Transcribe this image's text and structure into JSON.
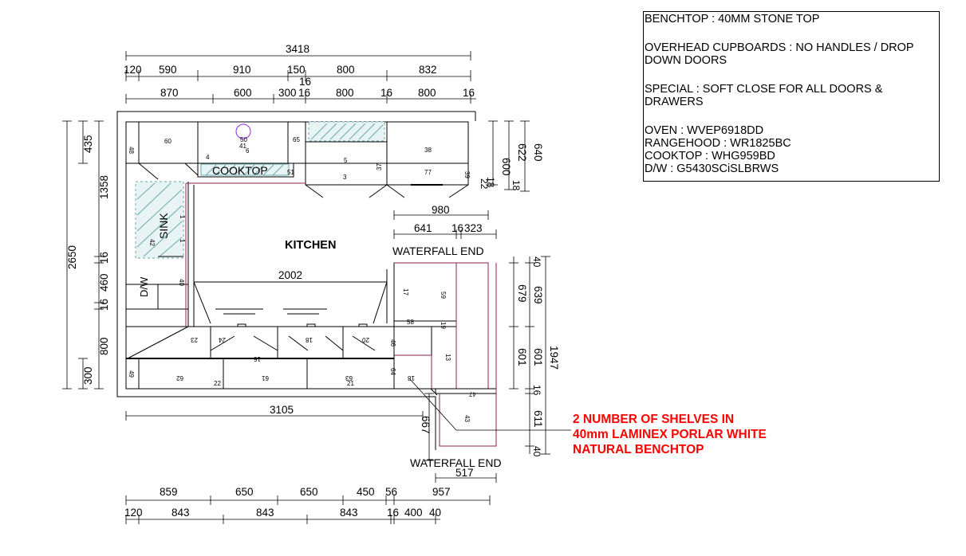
{
  "notes": {
    "benchtop": "BENCHTOP : 40MM STONE TOP",
    "overhead_1": "OVERHEAD CUPBOARDS : NO HANDLES / DROP",
    "overhead_2": "DOWN DOORS",
    "special_1": "SPECIAL : SOFT CLOSE FOR ALL DOORS &",
    "special_2": "DRAWERS",
    "oven": "OVEN : WVEP6918DD",
    "rangehood": "RANGEHOOD : WR1825BC",
    "cooktop": "COOKTOP : WHG959BD",
    "dw": "D/W : G5430SCiSLBRWS"
  },
  "callout": {
    "line1": "2 NUMBER OF SHELVES IN",
    "line2": "40mm LAMINEX PORLAR WHITE",
    "line3": "NATURAL BENCHTOP"
  },
  "labels": {
    "kitchen": "KITCHEN",
    "cooktop": "COOKTOP",
    "sink": "SINK",
    "dw": "D/W",
    "waterfall_top": "WATERFALL END",
    "waterfall_bottom": "WATERFALL END"
  },
  "dims": {
    "top_overall": "3418",
    "top_row1": [
      "120",
      "590",
      "910",
      "150",
      "800",
      "832"
    ],
    "top_row1_sub": "16",
    "top_row2": [
      "870",
      "600",
      "300",
      "16",
      "800",
      "16",
      "800",
      "16"
    ],
    "left_outer": "2650",
    "left_inner": [
      "435",
      "1358",
      "16",
      "460",
      "16",
      "800",
      "300"
    ],
    "right_upper": [
      "600",
      "622",
      "640"
    ],
    "right_upper_small": [
      "18",
      "22",
      "18"
    ],
    "island_top": "980",
    "island_sub": [
      "641",
      "16",
      "323"
    ],
    "inner_width": "2002",
    "island_right": [
      "40",
      "679",
      "639",
      "601",
      "601",
      "16",
      "611",
      "40"
    ],
    "island_total": "1947",
    "bottom_width": "3105",
    "pen_depth": "667",
    "pen_width": "517",
    "bottom_row1": [
      "859",
      "650",
      "650",
      "450",
      "56",
      "957"
    ],
    "bottom_row2": [
      "120",
      "843",
      "843",
      "843",
      "16",
      "400",
      "40"
    ]
  },
  "tags": {
    "upper": [
      "60",
      "50",
      "41",
      "6",
      "4",
      "65",
      "5",
      "3",
      "37",
      "38",
      "77",
      "39",
      "48",
      "51"
    ],
    "sink": [
      "42",
      "1",
      "1",
      "40"
    ],
    "base": [
      "23",
      "24",
      "18",
      "20",
      "16",
      "46",
      "49",
      "62",
      "22",
      "61",
      "63",
      "21",
      "64",
      "18"
    ],
    "island": [
      "17",
      "59",
      "58",
      "19",
      "13",
      "47",
      "43"
    ]
  }
}
